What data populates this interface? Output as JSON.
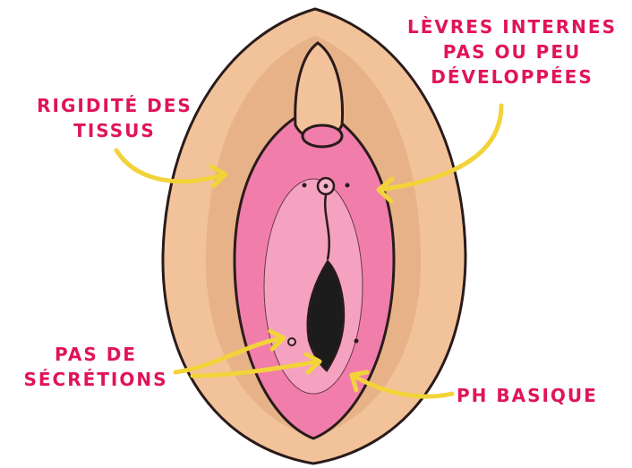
{
  "colors": {
    "label_text": "#e0145a",
    "arrow": "#f2d33a",
    "outer_skin": "#f2c39a",
    "outer_skin_shade": "#e0a47a",
    "inner_pink": "#f17eaa",
    "inner_pink_light": "#f7b2cb",
    "outline": "#2a1b1b",
    "opening": "#1c1c1c"
  },
  "labels": {
    "rigidite": [
      "RIGIDITÉ DES",
      "TISSUS"
    ],
    "levres": [
      "LÈVRES INTERNES",
      "PAS OU PEU",
      "DÉVELOPPÉES"
    ],
    "secretions": [
      "PAS DE",
      "SÉCRÉTIONS"
    ],
    "ph": [
      "PH BASIQUE"
    ]
  }
}
